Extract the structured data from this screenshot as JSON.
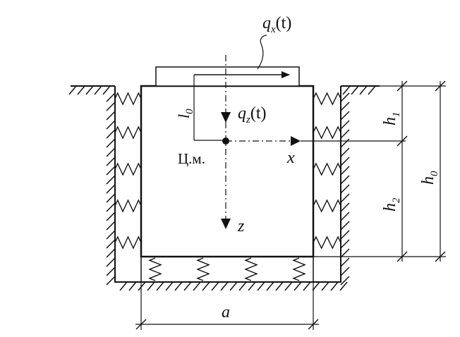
{
  "labels": {
    "qx_q": "q",
    "qx_sub": "x",
    "qx_arg": "(t)",
    "qz_q": "q",
    "qz_sub": "z",
    "qz_arg": "(t)",
    "l0_l": "l",
    "l0_sub": "0",
    "center_mass": "Ц.м.",
    "axis_x": "x",
    "axis_z": "z",
    "a": "a",
    "h1_h": "h",
    "h1_sub": "1",
    "h2_h": "h",
    "h2_sub": "2",
    "h0_h": "h",
    "h0_sub": "0"
  },
  "colors": {
    "ink": "#111111",
    "background": "#ffffff"
  }
}
